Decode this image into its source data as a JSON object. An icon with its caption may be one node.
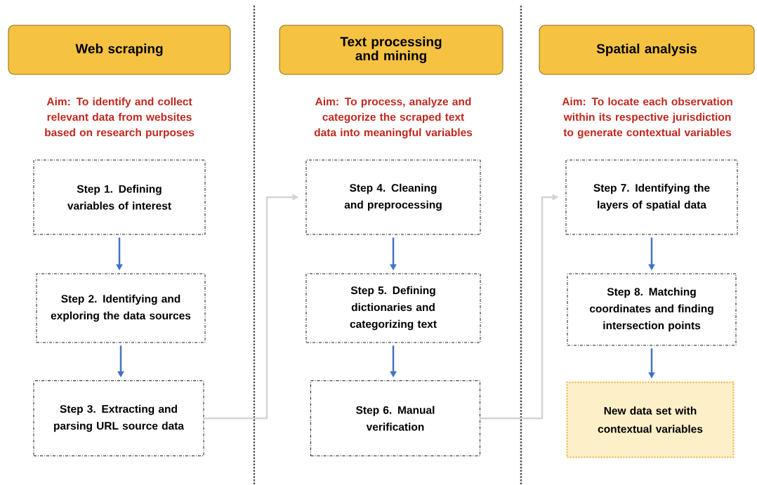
{
  "diagram": {
    "nodes": [
      {
        "text": [
          "Web  scraping"
        ]
      },
      {
        "text": [
          "Text processing and mining"
        ]
      },
      {
        "text": [
          "Spatial analysis"
        ]
      },
      {
        "text": [
          "Step 1. Defining variables of interest"
        ]
      },
      {
        "text": [
          "Step 2. Identifying and exploring the data sources"
        ]
      },
      {
        "text": [
          "Step 3. Extracting and parsing URL source data"
        ]
      },
      {
        "text": [
          "Step 4. Cleaning and preprocessing"
        ]
      },
      {
        "text": [
          "Step 5. Defining dictionaries and categorizing text"
        ]
      },
      {
        "text": [
          "Step 6. Manual verification"
        ]
      },
      {
        "text": [
          "Step 7. Identifying the layers of spatial data"
        ]
      },
      {
        "text": [
          "Step 8. Matching coordinates and finding intersection points"
        ]
      },
      {
        "text": [
          "New data set with contextual variables"
        ]
      }
    ],
    "edges": [
      {
        "from": 3,
        "to": 4,
        "arrow": "to"
      },
      {
        "from": 4,
        "to": 5,
        "arrow": "to"
      },
      {
        "from": 5,
        "to": 6,
        "arrow": "to",
        "color": "#d4d4d4"
      },
      {
        "from": 6,
        "to": 7,
        "arrow": "to"
      },
      {
        "from": 7,
        "to": 8,
        "arrow": "to"
      },
      {
        "from": 8,
        "to": 9,
        "arrow": "to",
        "color": "#d4d4d4"
      },
      {
        "from": 9,
        "to": 10,
        "arrow": "to"
      },
      {
        "from": 10,
        "to": 11,
        "arrow": "to"
      }
    ],
    "labels": [
      "Aim: To identify and collect relevant data from websites based on research purposes",
      "Aim: To process, analyze and categorize the scraped text data into meaningful variables",
      "Aim: To locate each observation within its respective jurisdiction to generate contextual variables"
    ]
  }
}
